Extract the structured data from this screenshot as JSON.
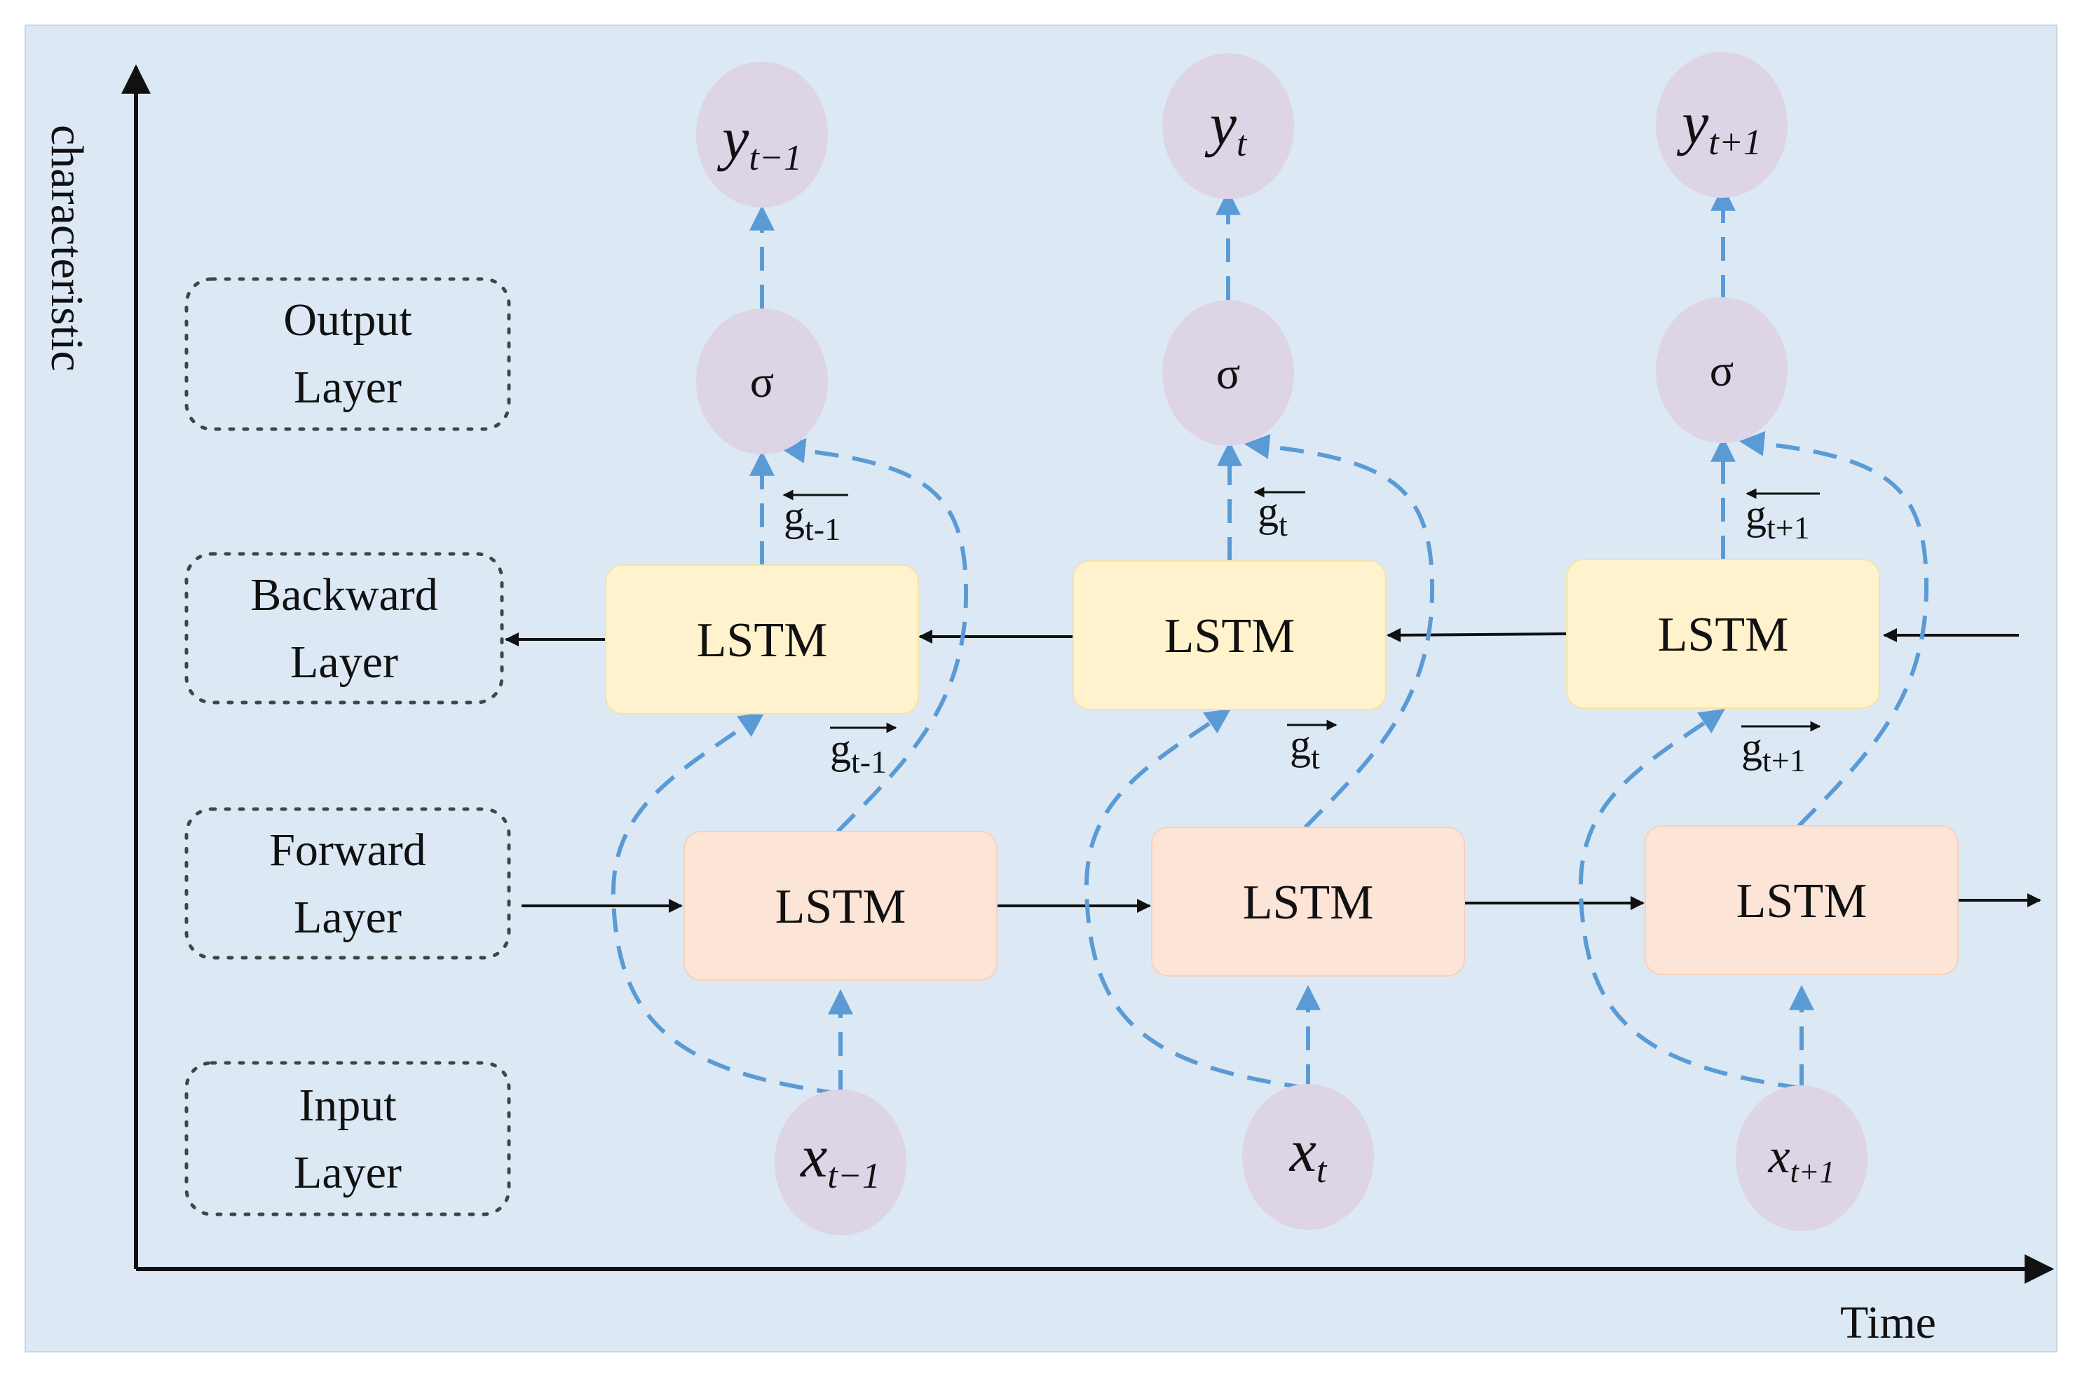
{
  "axes": {
    "y_label": "characteristic",
    "x_label": "Time"
  },
  "layers": {
    "output": [
      "Output",
      "Layer"
    ],
    "backward": [
      "Backward",
      "Layer"
    ],
    "forward": [
      "Forward",
      "Layer"
    ],
    "input": [
      "Input",
      "Layer"
    ]
  },
  "blocks": {
    "lstm": "LSTM",
    "sigma": "σ"
  },
  "steps": [
    {
      "y": "y",
      "y_sub": "t−1",
      "x": "x",
      "x_sub": "t−1",
      "g_back": "g",
      "g_back_sub": "t-1",
      "g_fwd": "g",
      "g_fwd_sub": "t-1"
    },
    {
      "y": "y",
      "y_sub": "t",
      "x": "x",
      "x_sub": "t",
      "g_back": "g",
      "g_back_sub": "t",
      "g_fwd": "g",
      "g_fwd_sub": "t"
    },
    {
      "y": "y",
      "y_sub": "t+1",
      "x": "x",
      "x_sub": "t+1",
      "g_back": "g",
      "g_back_sub": "t+1",
      "g_fwd": "g",
      "g_fwd_sub": "t+1"
    }
  ],
  "colors": {
    "background": "#DCE9F5",
    "node_fill": "#DDD4E6",
    "backward_fill": "#FFF2CC",
    "forward_fill": "#FCE4D6",
    "dashed_arrow": "#5B9BD5"
  }
}
